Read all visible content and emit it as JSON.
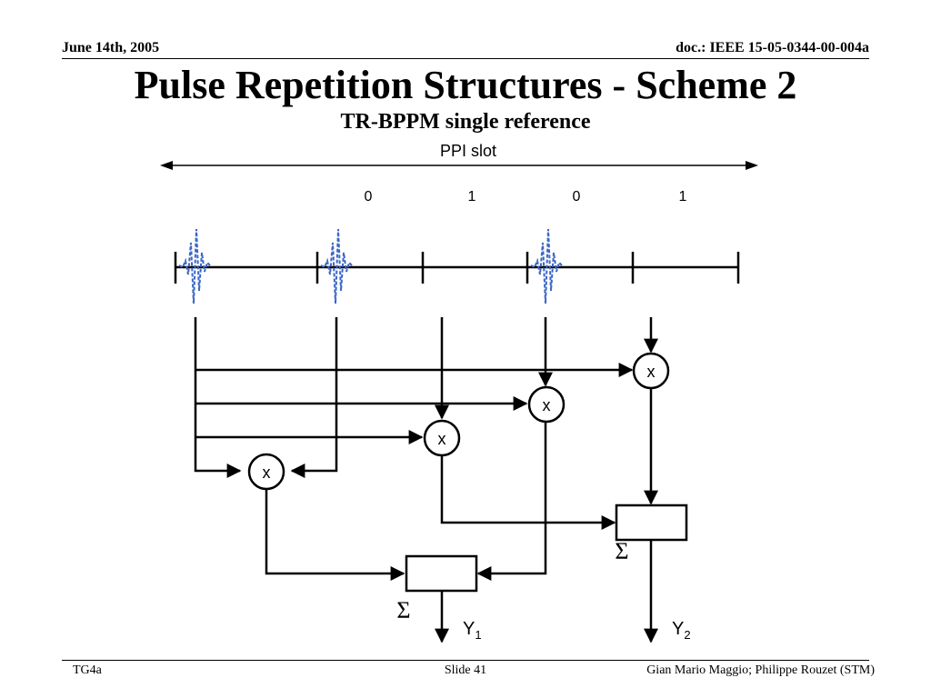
{
  "header": {
    "date": "June 14th, 2005",
    "doc": "doc.: IEEE 15-05-0344-00-004a"
  },
  "title": "Pulse Repetition Structures - Scheme 2",
  "subtitle": "TR-BPPM single reference",
  "diagram": {
    "slot_label": "PPI slot",
    "bits": [
      "0",
      "1",
      "0",
      "1"
    ],
    "multiplier_symbol": "x",
    "sum_symbol": "Σ",
    "outputs": [
      {
        "letter": "Y",
        "sub": "1"
      },
      {
        "letter": "Y",
        "sub": "2"
      }
    ],
    "pulse_color": "#3a66c4"
  },
  "footer": {
    "left": "TG4a",
    "center": "Slide 41",
    "right": "Gian Mario Maggio; Philippe Rouzet (STM)"
  }
}
